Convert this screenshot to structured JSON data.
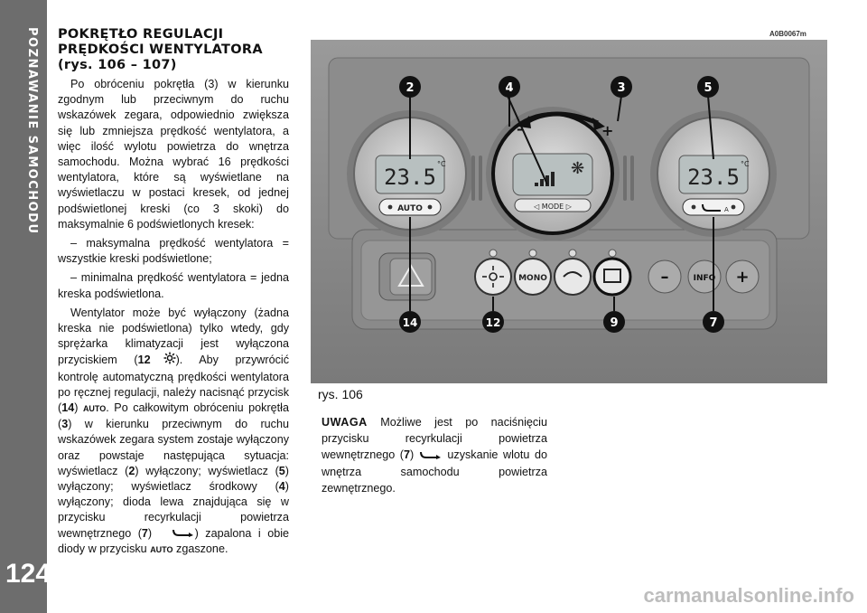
{
  "sidebar": {
    "section": "POZNAWANIE SAMOCHODU",
    "page_number": "124"
  },
  "article": {
    "heading_line1": "POKRĘTŁO REGULACJI",
    "heading_line2": "PRĘDKOŚCI WENTYLATORA",
    "heading_ref": "(rys. 106 – 107)",
    "p1": "Po obróceniu pokrętła (3) w kierunku zgodnym lub przeciwnym do ruchu wskazówek zegara, odpowiednio zwiększa się lub zmniejsza prędkość wentylatora, a więc ilość wylotu powietrza do wnętrza samochodu. Można wybrać 16 prędkości wentylatora, które są wyświetlane na wyświetlaczu w postaci kresek, od jednej podświetlonej kreski (co 3 skoki) do maksymalnie 6 podświetlonych kresek:",
    "p2": "– maksymalna prędkość wentylatora = wszystkie kreski podświetlone;",
    "p3": "– minimalna prędkość wentylatora = jedna kreska podświetlona.",
    "p4a": "Wentylator może być wyłączony (żadna kreska nie podświetlona) tylko wtedy, gdy sprężarka klimatyzacji jest wyłączona przyciskiem (",
    "p4_ref12": "12",
    "p4b": "). Aby przywrócić kontrolę automatyczną prędkości wentylatora po ręcznej regulacji, należy nacisnąć przycisk (",
    "p4_ref14": "14",
    "p4_auto": "AUTO",
    "p4c": ". Po całkowitym obróceniu pokrętła (",
    "p4_ref3": "3",
    "p4d": ") w kierunku przeciwnym do ruchu wskazówek zegara system zostaje wyłączony oraz powstaje następująca sytuacja: wyświetlacz (",
    "p4_ref2": "2",
    "p4e": ") wyłączony; wyświetlacz (",
    "p4_ref5": "5",
    "p4f": ") wyłączony; wyświetlacz środkowy (",
    "p4_ref4": "4",
    "p4g": ") wyłączony; dioda lewa znajdująca się w przycisku recyrkulacji powietrza wewnętrznego (",
    "p4_ref7": "7",
    "p4h": ") zapalona i obie diody w przycisku",
    "p4_auto2": "AUTO",
    "p4i": "zgaszone."
  },
  "figure": {
    "code": "A0B0067m",
    "caption": "rys. 106",
    "callouts": [
      "2",
      "4",
      "3",
      "5",
      "14",
      "12",
      "9",
      "7"
    ],
    "display_left": "23.5",
    "display_right": "23.5",
    "unit": "°C",
    "btn_auto": "AUTO",
    "btn_mode": "◁ MODE ▷",
    "btn_mono": "MONO",
    "btn_info": "INFO",
    "btn_minus": "–",
    "btn_plus": "+",
    "knob_minus": "–",
    "knob_plus": "+",
    "recirc_a": "A"
  },
  "note": {
    "label": "UWAGA",
    "text_a": "Możliwe jest po naciśnięciu przycisku recyrkulacji powietrza wewnętrznego (",
    "ref7": "7",
    "text_b": "uzyskanie wlotu do wnętrza samochodu powietrza zewnętrznego."
  },
  "watermark": "carmanualsonline.info"
}
